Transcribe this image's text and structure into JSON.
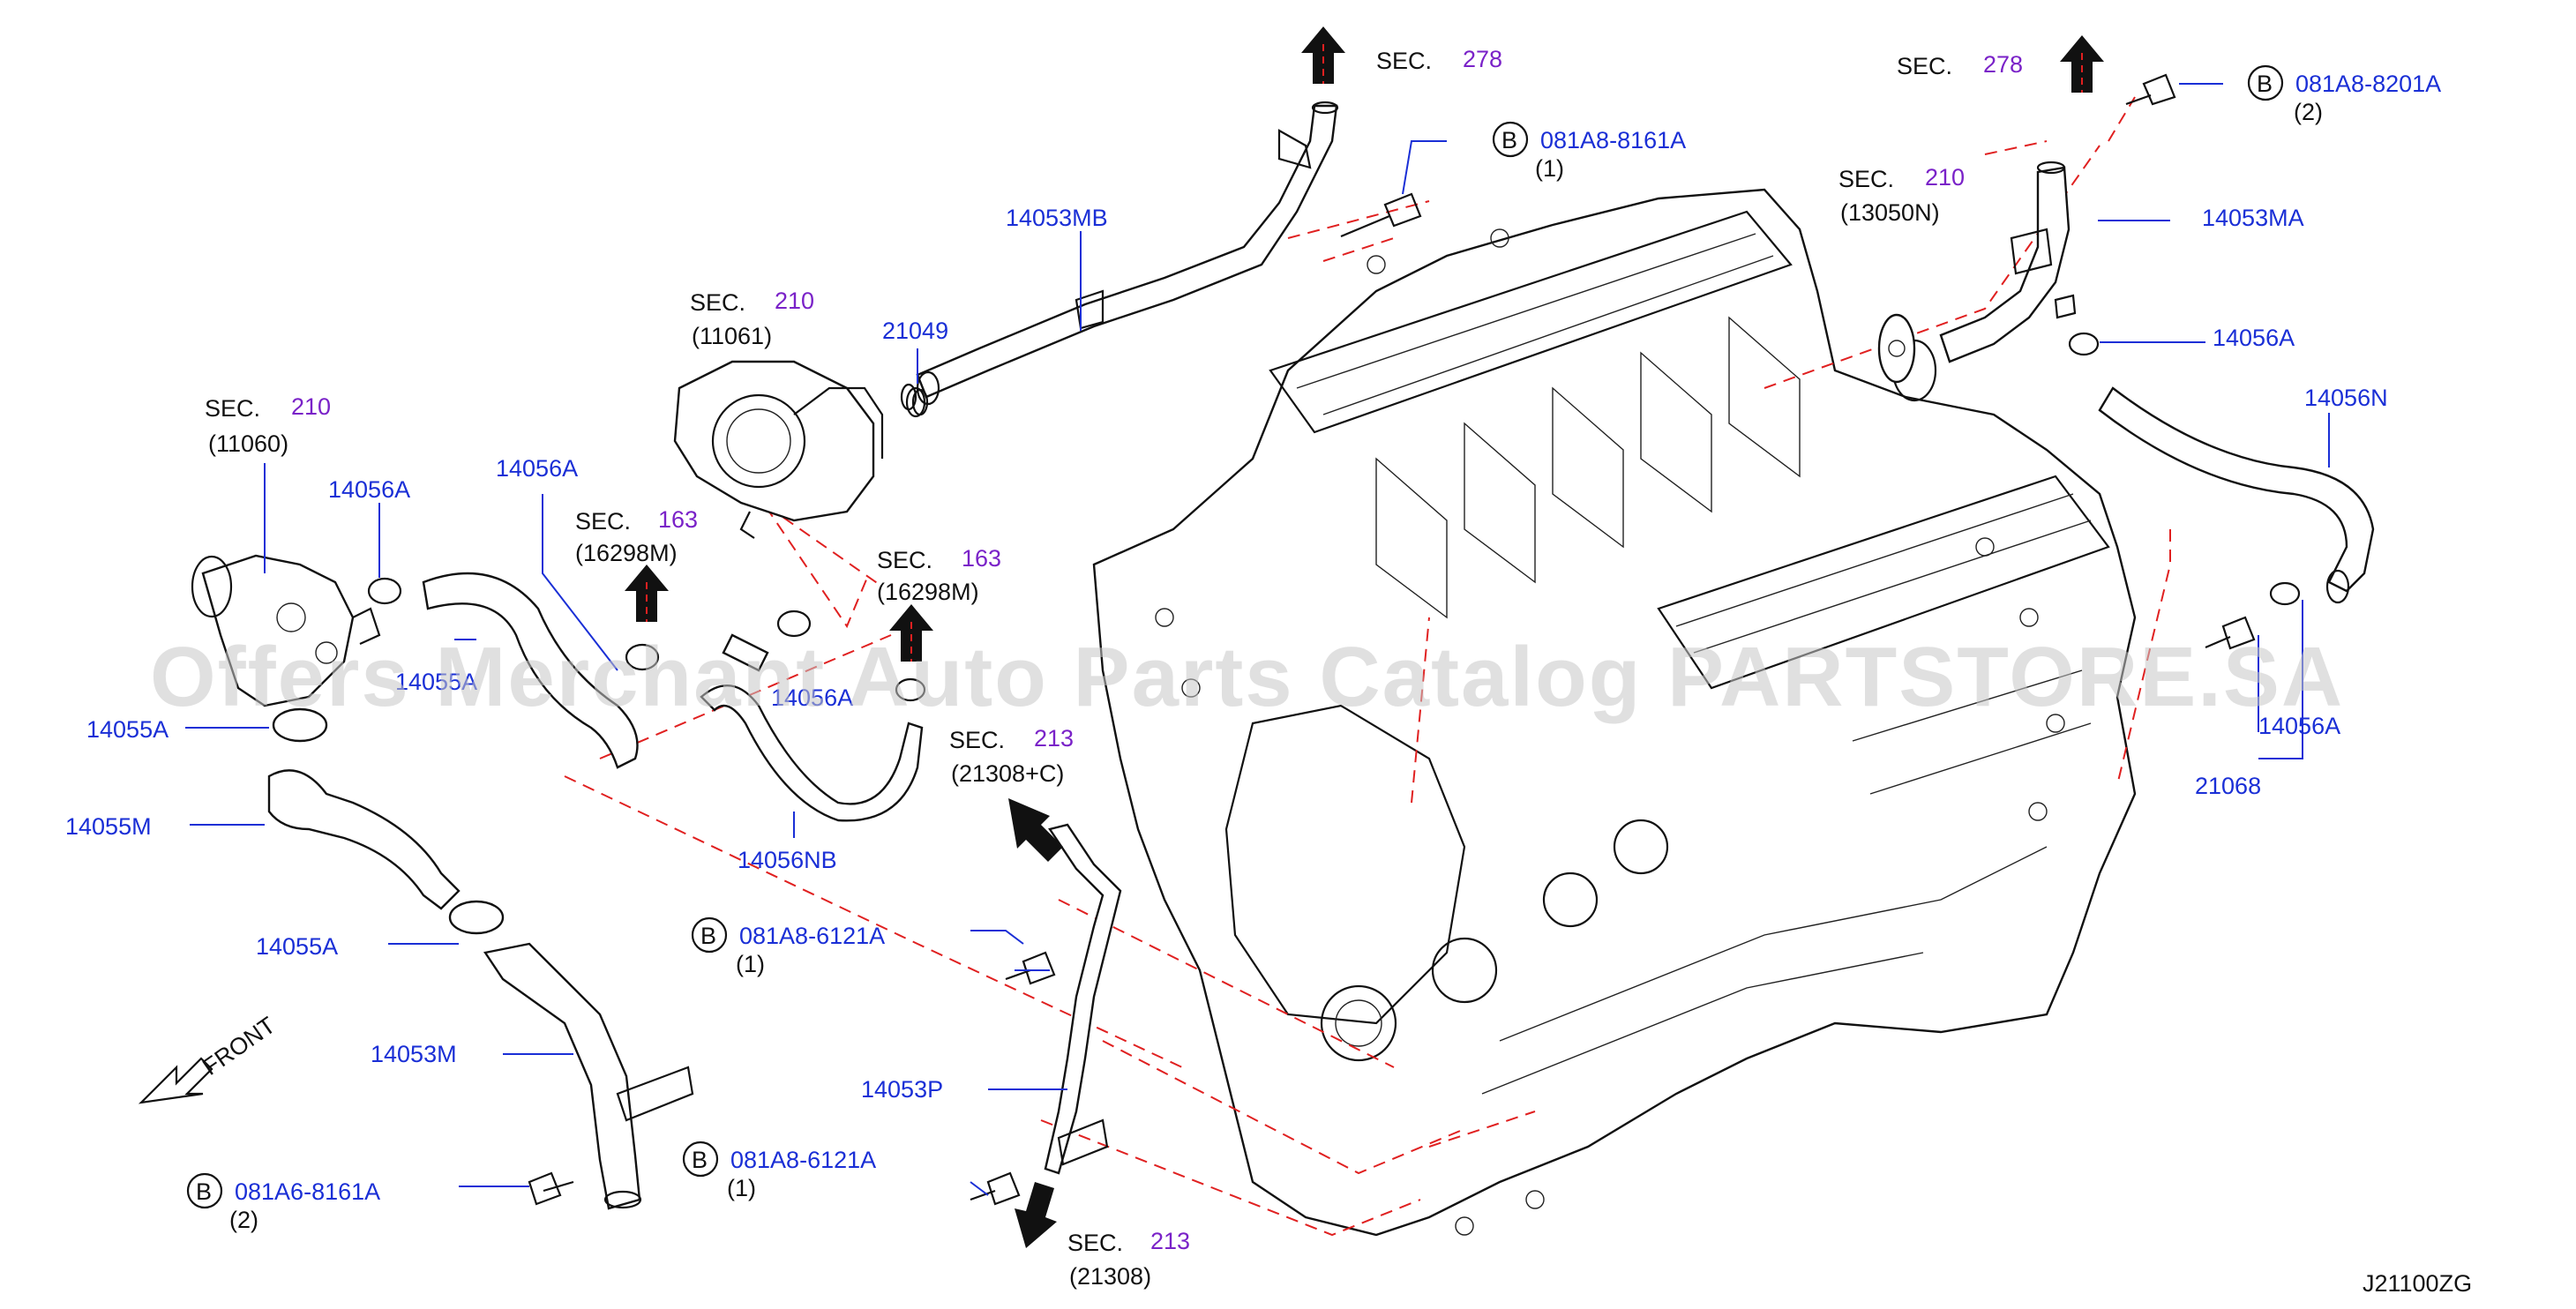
{
  "diagram": {
    "labels": {
      "sec278_a": "SEC.",
      "sec278_a_num": "278",
      "sec278_b": "SEC.",
      "sec278_b_num": "278",
      "sec210_a": "SEC.",
      "sec210_a_num": "210",
      "sec210_a_sub": "(11061)",
      "sec210_b": "SEC.",
      "sec210_b_num": "210",
      "sec210_b_sub": "(11060)",
      "sec210_c": "SEC.",
      "sec210_c_num": "210",
      "sec210_c_sub": "(13050N)",
      "sec163_a": "SEC.",
      "sec163_a_num": "163",
      "sec163_a_sub": "(16298M)",
      "sec163_b": "SEC.",
      "sec163_b_num": "163",
      "sec163_b_sub": "(16298M)",
      "sec213_a": "SEC.",
      "sec213_a_num": "213",
      "sec213_a_sub": "(21308+C)",
      "sec213_b": "SEC.",
      "sec213_b_num": "213",
      "sec213_b_sub": "(21308)",
      "bolt_8161_top": "081A8-8161A",
      "bolt_8161_top_qty": "(1)",
      "bolt_8201": "081A8-8201A",
      "bolt_8201_qty": "(2)",
      "bolt_6121_a": "081A8-6121A",
      "bolt_6121_a_qty": "(1)",
      "bolt_6121_b": "081A8-6121A",
      "bolt_6121_b_qty": "(1)",
      "bolt_a6_8161": "081A6-8161A",
      "bolt_a6_8161_qty": "(2)",
      "b_marker": "B",
      "p14053MB": "14053MB",
      "p14053MA": "14053MA",
      "p14053M": "14053M",
      "p14053P": "14053P",
      "p21049": "21049",
      "p21068": "21068",
      "p14056A_1": "14056A",
      "p14056A_2": "14056A",
      "p14056A_3": "14056A",
      "p14056A_4": "14056A",
      "p14056A_5": "14056A",
      "p14056N": "14056N",
      "p14056NB": "14056NB",
      "p14055A_1": "14055A",
      "p14055A_2": "14055A",
      "p14055M": "14055M",
      "p14055A_partial": "14055A",
      "front": "FRONT",
      "diagram_code": "J21100ZG"
    },
    "watermark": "Offers Merchant Auto Parts Catalog PARTSTORE.SA",
    "colors": {
      "part_number": "#1a2fd6",
      "section_number": "#7a22c8",
      "dashed_leader": "#e02020"
    }
  }
}
